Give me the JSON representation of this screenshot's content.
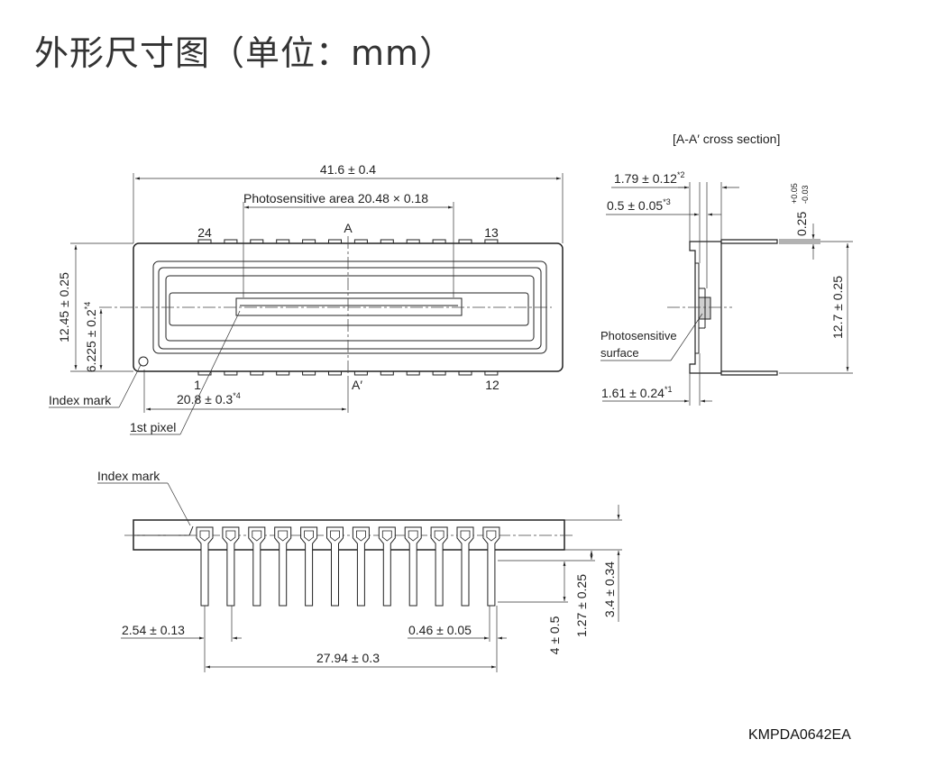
{
  "title": "外形尺寸图（单位：mm）",
  "doc_code": "KMPDA0642EA",
  "top_view": {
    "overall_length": "41.6 ± 0.4",
    "photosensitive_area": "Photosensitive area  20.48 × 0.18",
    "section_mark_top": "A",
    "section_mark_bottom": "A′",
    "pin_24": "24",
    "pin_13": "13",
    "pin_1": "1",
    "pin_12": "12",
    "height": "12.45 ± 0.25",
    "center_offset": "6.225 ± 0.2",
    "center_offset_note": "*4",
    "first_pixel_dist": "20.8 ± 0.3",
    "first_pixel_dist_note": "*4",
    "index_mark": "Index mark",
    "first_pixel": "1st pixel"
  },
  "cross_section": {
    "heading": "[A-A′ cross section]",
    "dim_top_thickness": "1.79 ± 0.12",
    "dim_top_thickness_note": "*2",
    "dim_window": "0.5 ± 0.05",
    "dim_window_note": "*3",
    "dim_lead_thickness": "0.25",
    "dim_lead_thickness_tol_plus": "+0.05",
    "dim_lead_thickness_tol_minus": "-0.03",
    "dim_width": "12.7 ± 0.25",
    "photosensitive_surface_1": "Photosensitive",
    "photosensitive_surface_2": "surface",
    "dim_surface_depth": "1.61 ± 0.24",
    "dim_surface_depth_note": "*1"
  },
  "side_view": {
    "index_mark": "Index mark",
    "pitch": "2.54 ± 0.13",
    "lead_width": "0.46 ± 0.05",
    "pin_span": "27.94 ± 0.3",
    "lead_length": "4 ± 0.5",
    "standoff": "1.27 ± 0.25",
    "body_height": "3.4 ± 0.34"
  }
}
